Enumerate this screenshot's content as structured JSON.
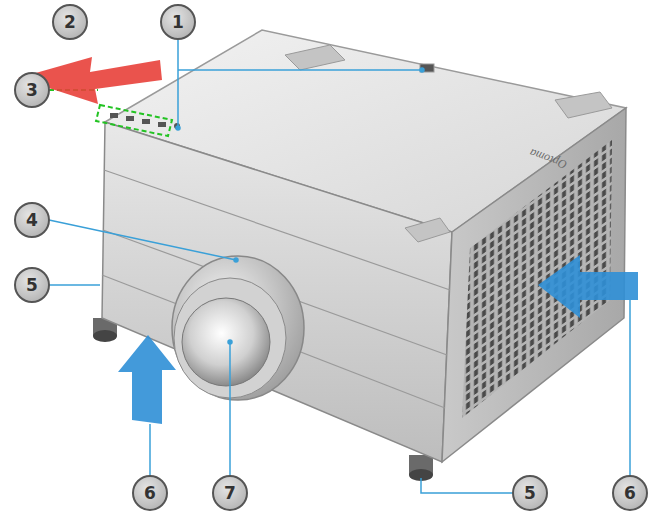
{
  "diagram": {
    "labels": [
      "2",
      "1",
      "3",
      "4",
      "5",
      "Optoma",
      "6",
      "7",
      "5",
      "6"
    ]
  }
}
